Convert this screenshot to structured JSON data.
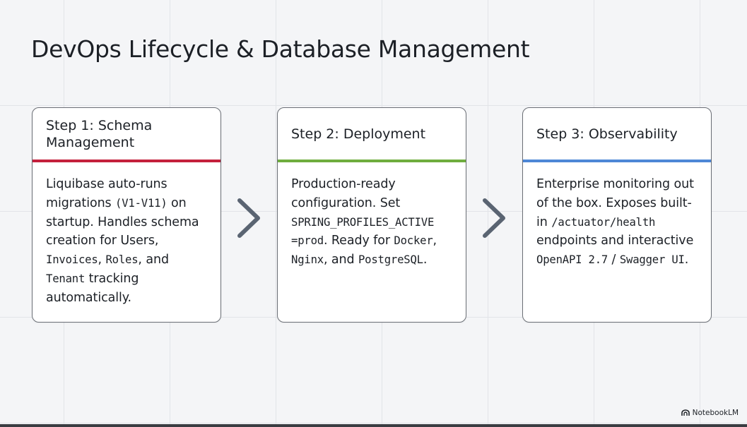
{
  "title": "DevOps Lifecycle & Database Management",
  "steps": [
    {
      "header": "Step 1: Schema Management",
      "accent_color": "#c4203c",
      "body": [
        {
          "text": "Liquibase auto-runs migrations ",
          "mono": false
        },
        {
          "text": "(V1-V11)",
          "mono": true
        },
        {
          "text": " on startup. Handles schema creation for ",
          "mono": false
        },
        {
          "text": "Users",
          "mono": false
        },
        {
          "text": ", ",
          "mono": false
        },
        {
          "text": "Invoices",
          "mono": true
        },
        {
          "text": ", ",
          "mono": false
        },
        {
          "text": "Roles",
          "mono": true
        },
        {
          "text": ", and ",
          "mono": false
        },
        {
          "text": "Tenant",
          "mono": true
        },
        {
          "text": " tracking automatically.",
          "mono": false
        }
      ]
    },
    {
      "header": "Step 2: Deployment",
      "accent_color": "#6fad3e",
      "body": [
        {
          "text": "Production-ready configuration. Set ",
          "mono": false
        },
        {
          "text": "SPRING_PROFILES_ACTIVE =prod",
          "mono": true
        },
        {
          "text": ". Ready for ",
          "mono": false
        },
        {
          "text": "Docker",
          "mono": true
        },
        {
          "text": ", ",
          "mono": false
        },
        {
          "text": "Nginx",
          "mono": true
        },
        {
          "text": ", and ",
          "mono": false
        },
        {
          "text": "PostgreSQL",
          "mono": true
        },
        {
          "text": ".",
          "mono": false
        }
      ]
    },
    {
      "header": "Step 3: Observability",
      "accent_color": "#4d87d6",
      "body": [
        {
          "text": "Enterprise monitoring out of the box. Exposes built-in ",
          "mono": false
        },
        {
          "text": "/actuator/health",
          "mono": true
        },
        {
          "text": " endpoints and interactive ",
          "mono": false
        },
        {
          "text": "OpenAPI 2.7",
          "mono": true
        },
        {
          "text": " / ",
          "mono": false
        },
        {
          "text": "Swagger UI",
          "mono": true
        },
        {
          "text": ".",
          "mono": false
        }
      ]
    }
  ],
  "arrows": [
    "chevron-right-icon",
    "chevron-right-icon"
  ],
  "brand": {
    "icon": "notebooklm-logo-icon",
    "label": "NotebookLM"
  }
}
